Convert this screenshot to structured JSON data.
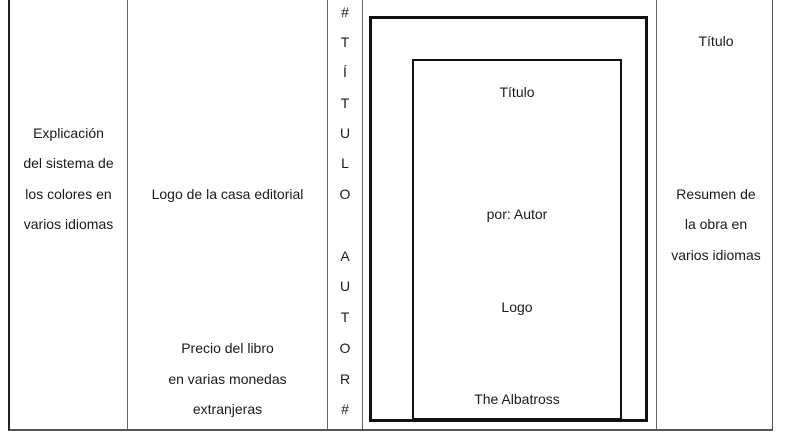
{
  "columns": {
    "back_flap": {
      "lines": [
        "Explicación",
        "del sistema de",
        "los colores en",
        "varios idiomas"
      ]
    },
    "back_cover": {
      "logo_text": "Logo de la casa editorial",
      "price_lines": [
        "Precio del libro",
        "en varias monedas",
        "extranjeras"
      ]
    },
    "spine": {
      "chars": [
        "#",
        "T",
        "Í",
        "T",
        "U",
        "L",
        "O",
        "",
        "A",
        "U",
        "T",
        "O",
        "R",
        "#"
      ]
    },
    "front_cover": {
      "title": "Título",
      "author": "por: Autor",
      "logo": "Logo",
      "publisher": "The Albatross"
    },
    "front_flap": {
      "title": "Título",
      "summary_lines": [
        "Resumen de",
        "la obra en",
        "varios idiomas"
      ]
    }
  }
}
